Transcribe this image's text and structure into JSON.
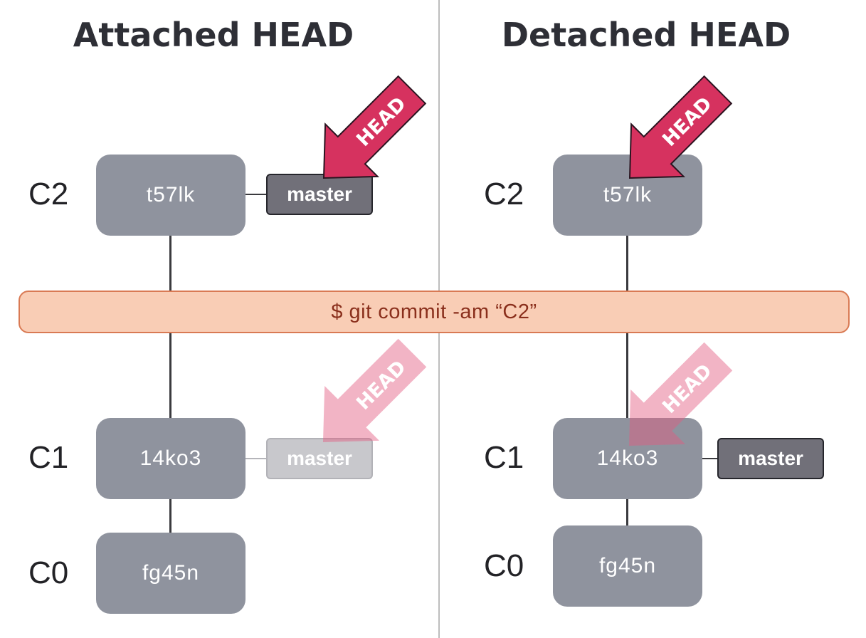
{
  "panels": {
    "attached": {
      "title": "Attached HEAD",
      "commits": [
        {
          "label": "C2",
          "hash": "t57lk"
        },
        {
          "label": "C1",
          "hash": "14ko3"
        },
        {
          "label": "C0",
          "hash": "fg45n"
        }
      ],
      "branch_new": "master",
      "branch_old": "master",
      "head_new": "HEAD",
      "head_old": "HEAD"
    },
    "detached": {
      "title": "Detached HEAD",
      "commits": [
        {
          "label": "C2",
          "hash": "t57lk"
        },
        {
          "label": "C1",
          "hash": "14ko3"
        },
        {
          "label": "C0",
          "hash": "fg45n"
        }
      ],
      "branch": "master",
      "head_new": "HEAD",
      "head_old": "HEAD"
    }
  },
  "command": "$ git commit -am “C2”",
  "colors": {
    "commit_fill": "#8f939e",
    "branch_fill": "#717079",
    "head_arrow": "#d6325f",
    "head_arrow_faded": "#f2a9bd",
    "command_fill": "#f9cdb5",
    "command_border": "#d97a54",
    "command_text": "#8a2f1c"
  }
}
